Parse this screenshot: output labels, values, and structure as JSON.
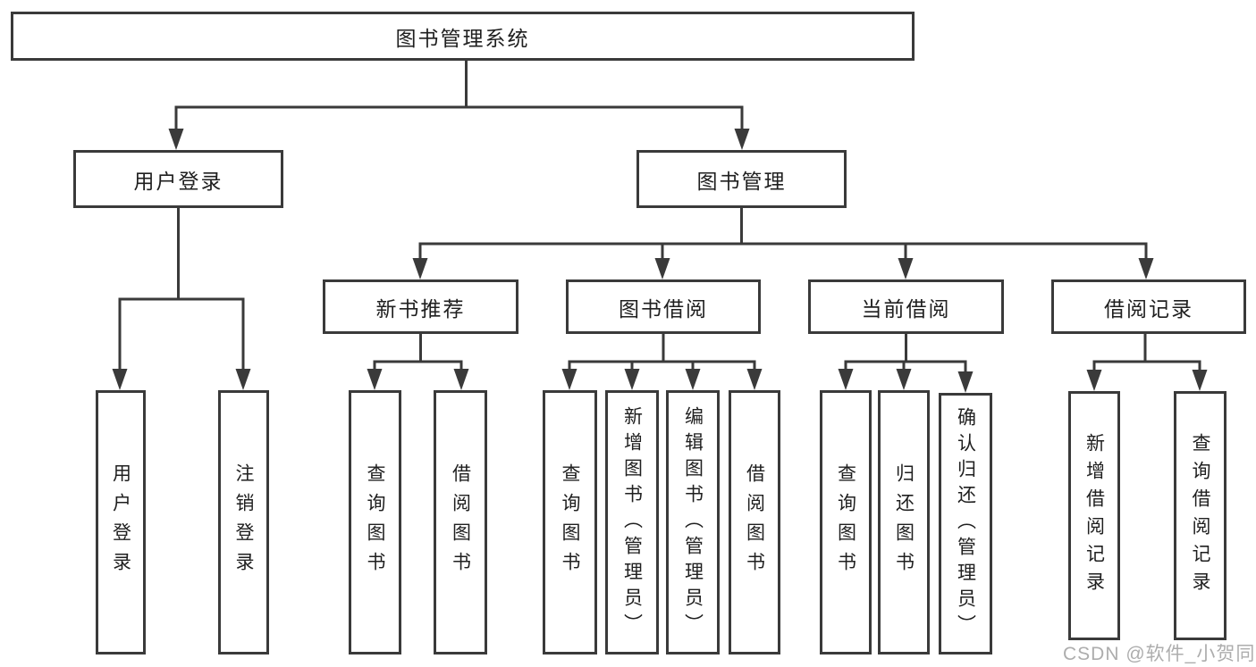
{
  "title": "图书管理系统",
  "branches": {
    "user": {
      "label": "用户登录",
      "children": [
        "用户登录",
        "注销登录"
      ]
    },
    "book": {
      "label": "图书管理",
      "sections": [
        {
          "label": "新书推荐",
          "children": [
            "查询图书",
            "借阅图书"
          ]
        },
        {
          "label": "图书借阅",
          "children": [
            "查询图书",
            "新增图书（管理员）",
            "编辑图书（管理员）",
            "借阅图书"
          ]
        },
        {
          "label": "当前借阅",
          "children": [
            "查询图书",
            "归还图书",
            "确认归还（管理员）"
          ]
        },
        {
          "label": "借阅记录",
          "children": [
            "新增借阅记录",
            "查询借阅记录"
          ]
        }
      ]
    }
  },
  "watermark": "CSDN @软件_小贺同学",
  "colors": {
    "line": "#3a3a3a",
    "text": "#1f1f1f",
    "background": "#ffffff",
    "watermark": "#adadad"
  }
}
